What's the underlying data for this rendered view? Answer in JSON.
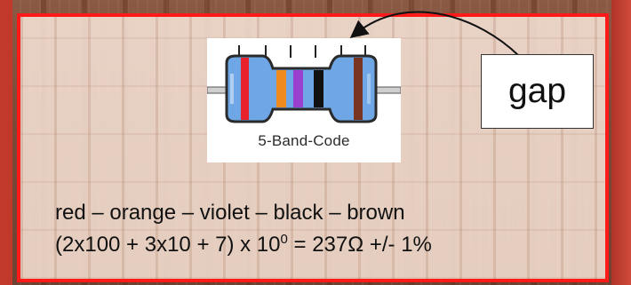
{
  "diagram": {
    "band_code_label": "5-Band-Code",
    "gap_label": "gap",
    "bands": [
      {
        "name": "red",
        "color": "#e8212b"
      },
      {
        "name": "orange",
        "color": "#f08a1e"
      },
      {
        "name": "violet",
        "color": "#9b3fd1"
      },
      {
        "name": "black",
        "color": "#111111"
      },
      {
        "name": "brown",
        "color": "#7a3422"
      }
    ],
    "colors_line": "red – orange – violet – black – brown",
    "formula_prefix": "(2x100 + 3x10 + 7) x 10",
    "formula_exponent": "0",
    "formula_suffix": " = 237Ω +/- 1%",
    "frame_color": "#ff1a1a",
    "body_color": "#6ea6e6"
  }
}
